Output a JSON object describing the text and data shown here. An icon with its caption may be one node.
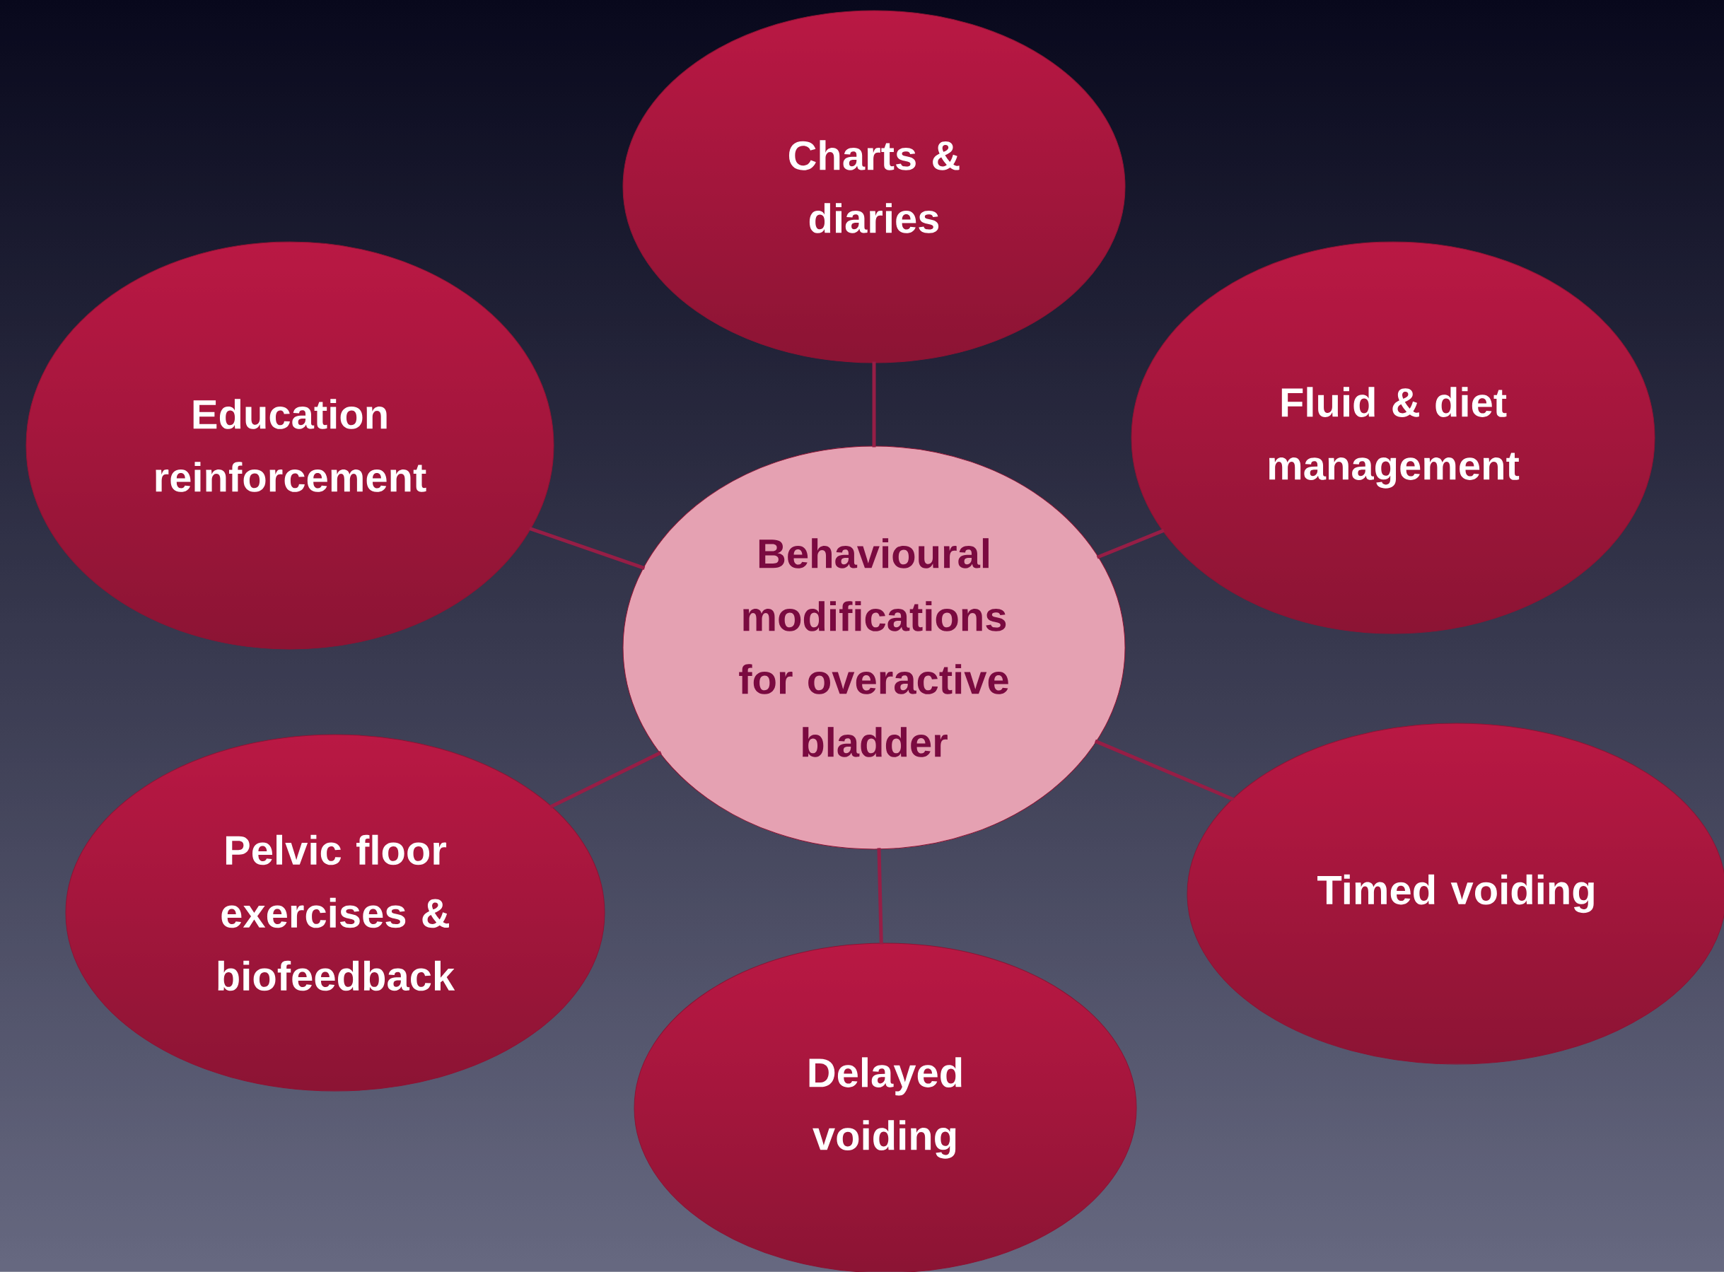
{
  "diagram": {
    "nodes": [
      {
        "text": [
          "Behavioural modifications for overactive bladder"
        ]
      },
      {
        "text": [
          "Charts & diaries"
        ]
      },
      {
        "text": [
          "Education reinforcement"
        ]
      },
      {
        "text": [
          "Fluid & diet management"
        ]
      },
      {
        "text": [
          "Pelvic floor exercises & biofeedback"
        ]
      },
      {
        "text": [
          "Timed voiding"
        ]
      },
      {
        "text": [
          "Delayed voiding"
        ]
      }
    ],
    "edges": [
      {
        "from": 0,
        "to": 1,
        "arrow": "none"
      },
      {
        "from": 0,
        "to": 2,
        "arrow": "none"
      },
      {
        "from": 0,
        "to": 3,
        "arrow": "none"
      },
      {
        "from": 0,
        "to": 4,
        "arrow": "none"
      },
      {
        "from": 0,
        "to": 5,
        "arrow": "none"
      },
      {
        "from": 0,
        "to": 6,
        "arrow": "none"
      }
    ]
  }
}
